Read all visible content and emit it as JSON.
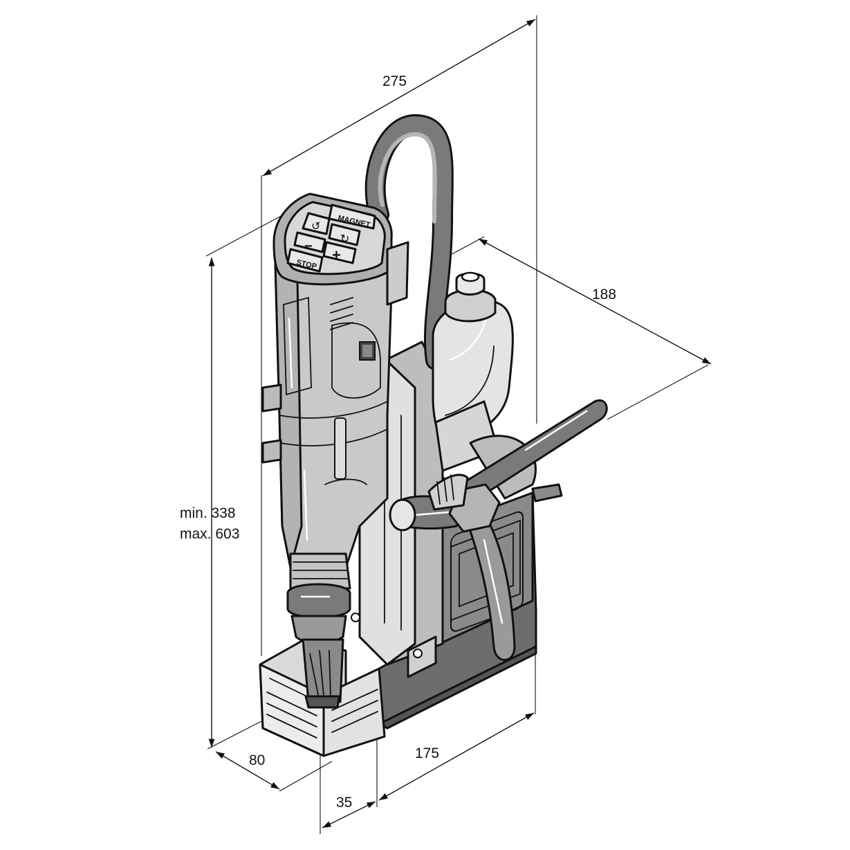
{
  "dimensions": {
    "width_top": "275",
    "depth_right": "188",
    "height_min": "min. 338",
    "height_max": "max. 603",
    "base_front": "80",
    "base_offset": "35",
    "base_length": "175"
  },
  "control_panel": {
    "magnet_label": "MAGNET",
    "stop_label": "STOP",
    "minus_label": "−",
    "plus_label": "+"
  },
  "colors": {
    "body_light": "#c9c9c9",
    "body_mid": "#a6a6a6",
    "body_dark": "#6d6d6d",
    "outline": "#111111"
  }
}
